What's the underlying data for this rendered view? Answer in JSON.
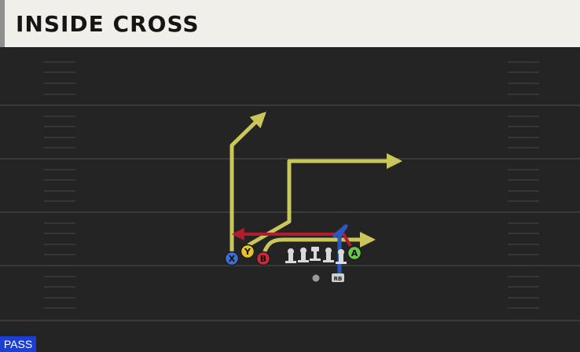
{
  "play": {
    "title": "INSIDE CROSS",
    "type_badge": "PASS"
  },
  "receivers": [
    {
      "id": "X",
      "button": "X",
      "color": "#3b6fd6",
      "route": "corner"
    },
    {
      "id": "Y",
      "button": "Y",
      "color": "#e6c12a",
      "route": "out"
    },
    {
      "id": "B",
      "button": "B",
      "color": "#cc2a36",
      "route": "drag"
    },
    {
      "id": "A",
      "button": "A",
      "color": "#6cc64a",
      "route": "block-release"
    }
  ],
  "backfield": [
    {
      "id": "RB",
      "label": "RB"
    },
    {
      "id": "QB",
      "label": ""
    }
  ],
  "colors": {
    "header_bg": "#f1efe9",
    "field_bg": "#242424",
    "route_yellow": "#c9c65a",
    "route_red": "#b01e2e",
    "route_blue": "#2a58c0",
    "badge_blue": "#1a3fd6"
  }
}
